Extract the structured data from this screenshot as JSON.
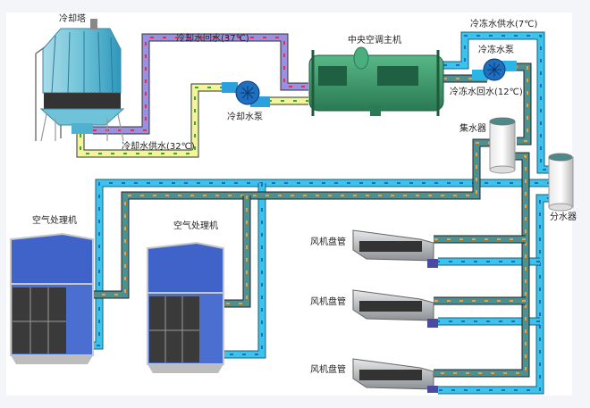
{
  "title": "中央空调系统示意图",
  "labels": {
    "cooling_tower": "冷却塔",
    "cooling_return": "冷却水回水(37℃)",
    "cooling_supply": "冷却水供水(32℃)",
    "cooling_pump": "冷却水泵",
    "chiller": "中央空调主机",
    "chilled_supply": "冷冻水供水(7℃)",
    "chilled_pump": "冷冻水泵",
    "chilled_return": "冷冻水回水(12℃)",
    "collector": "集水器",
    "distributor": "分水器",
    "ahu_1": "空气处理机",
    "ahu_2": "空气处理机",
    "fcu_1": "风机盘管",
    "fcu_2": "风机盘管",
    "fcu_3": "风机盘管"
  },
  "colors": {
    "cooling_return_pipe": "#9b8fe0",
    "cooling_supply_pipe": "#f2f59a",
    "chilled_supply_pipe": "#3cc3ec",
    "chilled_return_pipe": "#4f8f8c",
    "chiller": "#3f9f6e",
    "ahu": "#3f63c9",
    "tower": "#6fc3d8"
  }
}
